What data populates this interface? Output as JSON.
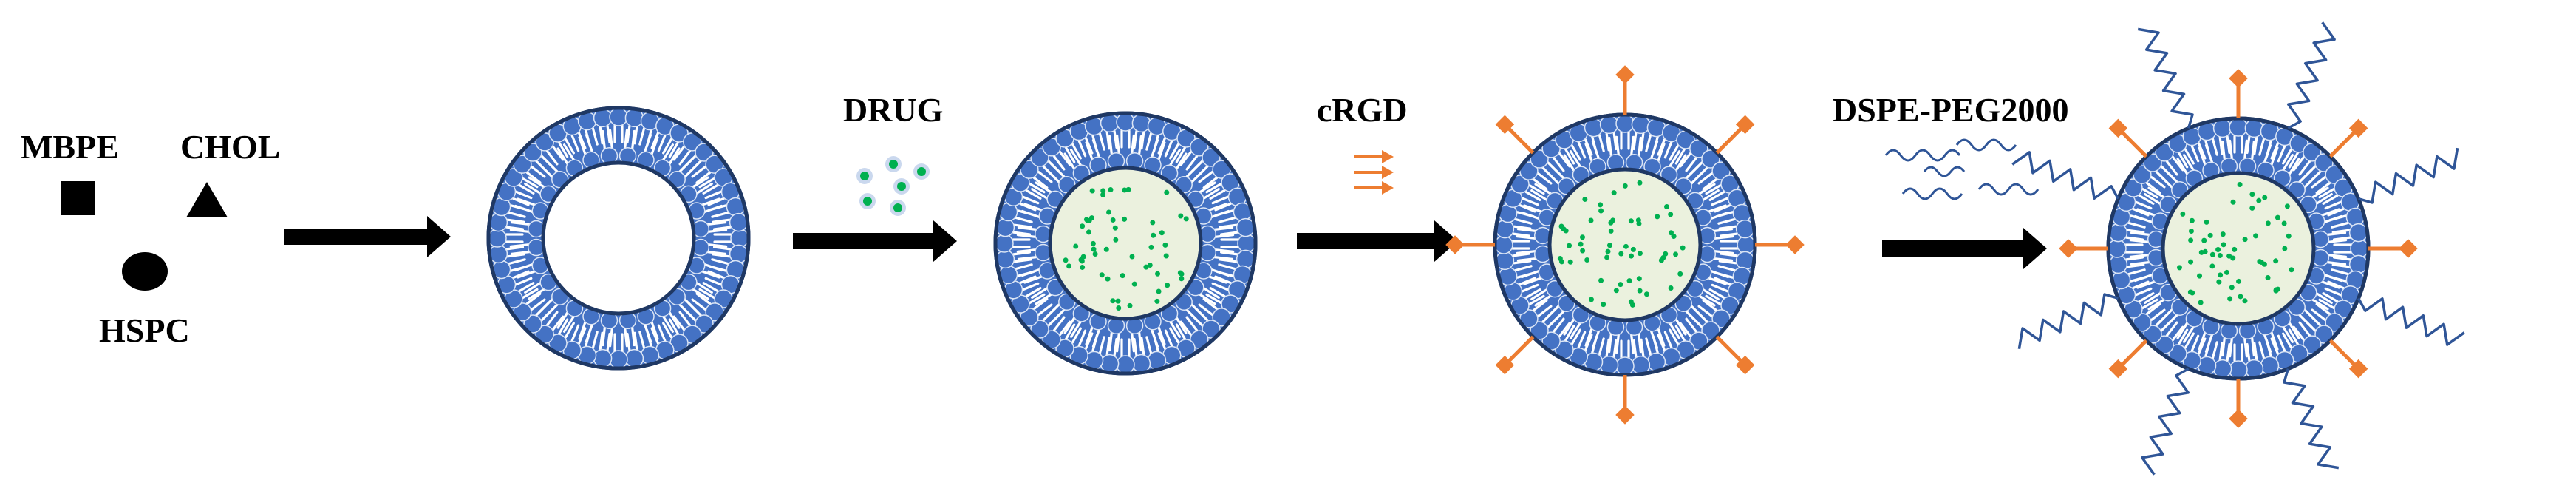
{
  "labels": {
    "mbpe": "MBPE",
    "chol": "CHOL",
    "hspc": "HSPC",
    "drug": "DRUG",
    "crgd": "cRGD",
    "dspe": "DSPE-PEG2000"
  },
  "colors": {
    "lipid_head": "#4472c4",
    "membrane_outline": "#1f3864",
    "drug_dot": "#00b050",
    "ligand": "#ed7d31",
    "peg_chain": "#2f5597",
    "arrow": "#000000"
  },
  "stages": [
    {
      "name": "empty-liposome",
      "drug": false,
      "ligands": false,
      "peg": false
    },
    {
      "name": "drug-loaded-liposome",
      "drug": true,
      "ligands": false,
      "peg": false
    },
    {
      "name": "crgd-liposome",
      "drug": true,
      "ligands": true,
      "peg": false
    },
    {
      "name": "peg-crgd-liposome",
      "drug": true,
      "ligands": true,
      "peg": true
    }
  ]
}
